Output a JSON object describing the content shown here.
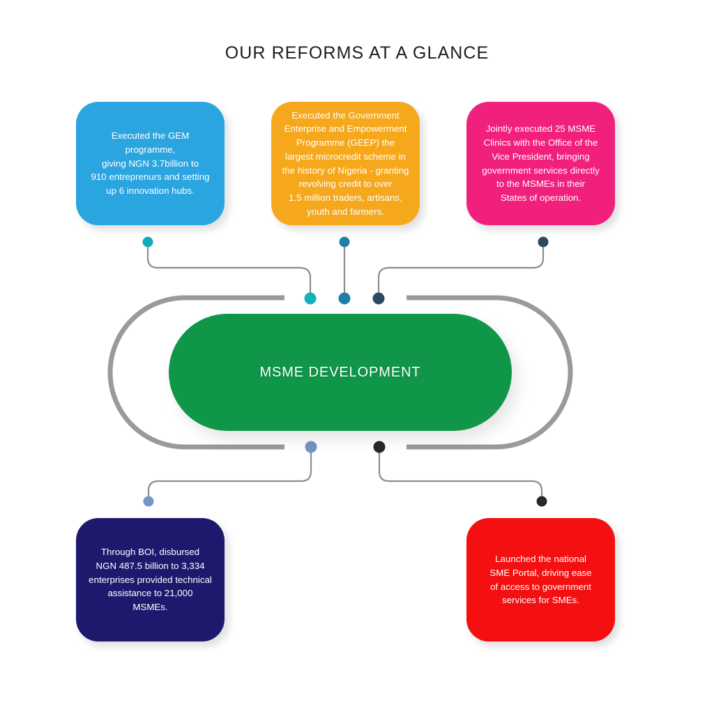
{
  "title": "OUR REFORMS AT A GLANCE",
  "hub": {
    "label": "MSME DEVELOPMENT",
    "color": "#0f9648"
  },
  "ring": {
    "color": "#9a9a9a",
    "stroke_width": 7
  },
  "cards": [
    {
      "id": "gem",
      "position": "top-left",
      "color": "#2ba5e0",
      "text": "Executed the GEM programme,\ngiving NGN 3.7billion to\n910 entreprenurs and setting\nup 6 innovation hubs.",
      "connector_dot_color": "#12aab8"
    },
    {
      "id": "geep",
      "position": "top-center",
      "color": "#f5a81c",
      "text": "Executed the Government\nEnterprise and Empowerment\nProgramme (GEEP) the\nlargest microcredit scheme in\nthe history of Nigeria -  granting\nrevolving credit to over\n1.5 million traders, artisans,\nyouth and farmers.",
      "connector_dot_color": "#1f7fa8"
    },
    {
      "id": "clinics",
      "position": "top-right",
      "color": "#f2207d",
      "text": "Jointly executed 25 MSME\nClinics with the Office of the\nVice President, bringing\ngovernment services directly\nto the MSMEs in their\nStates of operation.",
      "connector_dot_color": "#2b4a60"
    },
    {
      "id": "boi",
      "position": "bottom-left",
      "color": "#1d1a6e",
      "text": "Through BOI, disbursed\nNGN 487.5 billion to 3,334\nenterprises provided technical\nassistance to 21,000\nMSMEs.",
      "connector_dot_color": "#7594c8"
    },
    {
      "id": "portal",
      "position": "bottom-right",
      "color": "#f40f10",
      "text": "Launched the national\nSME Portal, driving ease\nof access to government\nservices for SMEs.",
      "connector_dot_color": "#24292e"
    }
  ],
  "chart_data": {
    "type": "diagram",
    "title": "OUR REFORMS AT A GLANCE",
    "center_node": "MSME DEVELOPMENT",
    "nodes": [
      "Executed the GEM programme, giving NGN 3.7billion to 910 entreprenurs and setting up 6 innovation hubs.",
      "Executed the Government Enterprise and Empowerment Programme (GEEP) the largest microcredit scheme in the history of Nigeria -  granting revolving credit to over 1.5 million traders, artisans, youth and farmers.",
      "Jointly executed 25 MSME Clinics with the Office of the Vice President, bringing government services directly to the MSMEs in their States of operation.",
      "Through BOI, disbursed NGN 487.5 billion to 3,334 enterprises provided technical assistance to 21,000 MSMEs.",
      "Launched the national SME Portal, driving ease of access to government services for SMEs."
    ]
  }
}
